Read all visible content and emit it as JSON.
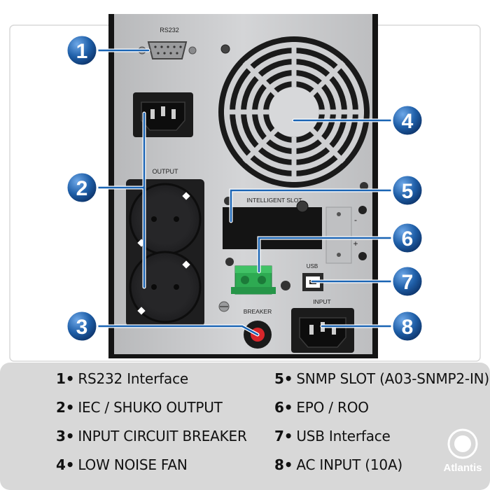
{
  "device_labels": {
    "rs232": "RS232",
    "output": "OUTPUT",
    "intelligent_slot": "INTELLIGENT SLOT",
    "usb": "USB",
    "input": "INPUT",
    "breaker": "BREAKER",
    "minus": "-",
    "plus": "+"
  },
  "callouts": [
    "1",
    "2",
    "3",
    "4",
    "5",
    "6",
    "7",
    "8"
  ],
  "legend": [
    {
      "num": "1",
      "sep": "•",
      "text": "RS232 Interface"
    },
    {
      "num": "2",
      "sep": "•",
      "text": "IEC / SHUKO OUTPUT"
    },
    {
      "num": "3",
      "sep": "•",
      "text": "INPUT CIRCUIT BREAKER"
    },
    {
      "num": "4",
      "sep": "•",
      "text": "LOW NOISE FAN"
    },
    {
      "num": "5",
      "sep": "•",
      "text": "SNMP SLOT (A03-SNMP2-IN)"
    },
    {
      "num": "6",
      "sep": "•",
      "text": "EPO / ROO"
    },
    {
      "num": "7",
      "sep": "•",
      "text": "USB Interface"
    },
    {
      "num": "8",
      "sep": "•",
      "text": "AC INPUT (10A)"
    }
  ],
  "brand": {
    "name": "Atlantis",
    "icon": "atlantis-logo-icon"
  },
  "colors": {
    "callout_blue": "#1f5fa8",
    "leader_line": "#1a64b4",
    "panel_silver": "#c9cacc",
    "legend_bg": "#d8d8d8",
    "connector_green": "#2eaa52",
    "breaker_red": "#d8262b"
  }
}
